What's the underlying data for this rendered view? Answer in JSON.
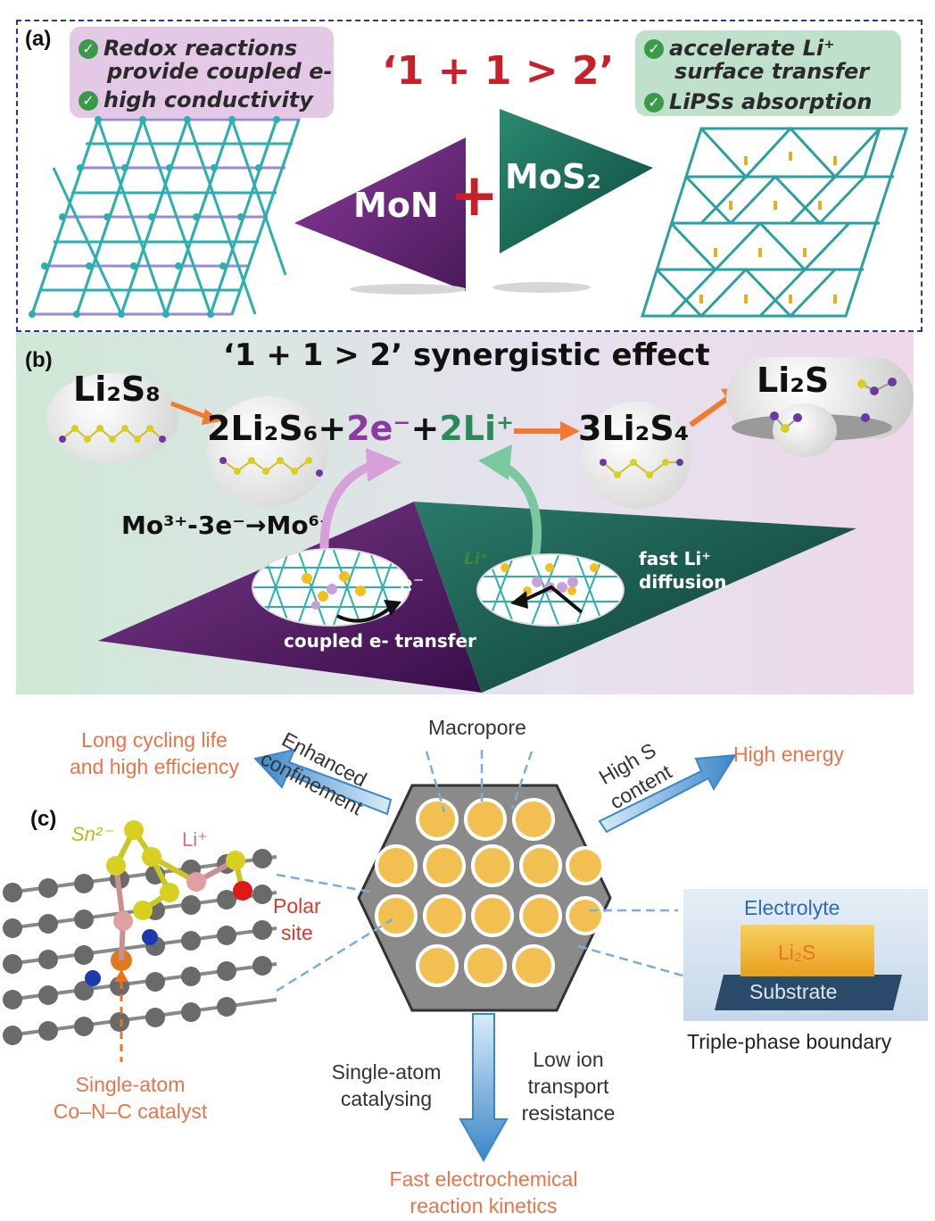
{
  "panel_a": {
    "label": "(a)",
    "left_box": {
      "line1": "Redox reactions",
      "line2": "provide coupled e-",
      "line3": "high conductivity"
    },
    "title": "‘1 + 1 > 2’",
    "mon_label": "MoN",
    "plus": "+",
    "mos2_label": "MoS₂",
    "right_box": {
      "line1": "accelerate Li⁺",
      "line2": "surface transfer",
      "line3": "LiPSs absorption"
    },
    "colors": {
      "purple": "#6b2a7a",
      "teal": "#1f6a5a",
      "red": "#c8202a",
      "lattice": "#2ab0b0"
    }
  },
  "panel_b": {
    "label": "(b)",
    "title": "‘1 + 1 > 2’ synergistic effect",
    "li2s8": "Li₂S₈",
    "eq_part1": "2Li₂S₆+",
    "eq_part2": "2e⁻",
    "eq_part3": "+",
    "eq_part4": "2Li⁺",
    "li2s4": "3Li₂S₄",
    "li2s": "Li₂S",
    "mo_reaction": "Mo³⁺-3e⁻→Mo⁶⁺",
    "e_label": "e⁻",
    "li_label": "Li⁺",
    "coupled": "coupled e- transfer",
    "fast1": "fast Li⁺",
    "fast2": "diffusion"
  },
  "panel_c": {
    "label": "(c)",
    "long_life1": "Long cycling life",
    "long_life2": "and high efficiency",
    "enhanced1": "Enhanced",
    "enhanced2": "confinement",
    "macropore": "Macropore",
    "high_s1": "High S",
    "high_s2": "content",
    "high_energy": "High energy",
    "sn_label": "Sn²⁻",
    "li_plus": "Li⁺",
    "polar1": "Polar",
    "polar2": "site",
    "electrolyte": "Electrolyte",
    "li2s": "Li₂S",
    "substrate": "Substrate",
    "triple": "Triple-phase boundary",
    "single_cat1": "Single-atom",
    "single_cat2": "catalysing",
    "low_ion1": "Low ion",
    "low_ion2": "transport",
    "low_ion3": "resistance",
    "single_atom1": "Single-atom",
    "single_atom2": "Co–N–C catalyst",
    "fast_kin1": "Fast electrochemical",
    "fast_kin2": "reaction kinetics"
  }
}
